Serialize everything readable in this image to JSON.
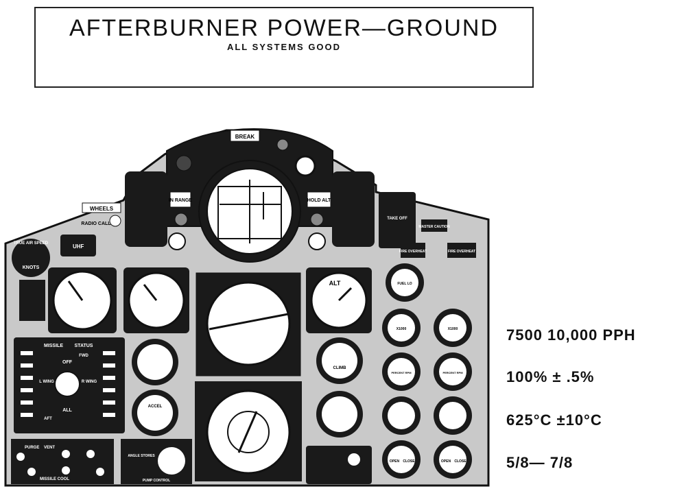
{
  "header": {
    "title": "AFTERBURNER POWER—GROUND",
    "subtitle": "ALL SYSTEMS   GOOD"
  },
  "panel": {
    "labels": {
      "break": "BREAK",
      "in_range": "IN RANGE",
      "hold_alt": "HOLD ALT",
      "wheels": "WHEELS",
      "radio_call": "RADIO CALL",
      "uhf": "UHF",
      "true_airspeed": "TRUE AIR SPEED",
      "knots": "KNOTS",
      "take_off": "TAKE OFF",
      "master_caution": "MASTER CAUTION",
      "fire_overheat": "FIRE OVERHEAT",
      "fire_overheat_2": "FIRE OVERHEAT",
      "alt": "ALT",
      "climb": "CLIMB",
      "accel": "ACCEL",
      "missile": "MISSILE",
      "status": "STATUS",
      "off": "OFF",
      "all": "ALL",
      "l_wing": "L WING",
      "r_wing": "R WING",
      "aft": "AFT",
      "fwd": "FWD",
      "fuel_lo": "FUEL LO",
      "x1000_a": "X1000",
      "x1000_b": "X1000",
      "percent_rpm_a": "PERCENT RPM",
      "percent_rpm_b": "PERCENT RPM",
      "open_a": "OPEN",
      "close_a": "CLOSE",
      "open_b": "OPEN",
      "close_b": "CLOSE",
      "purge": "PURGE",
      "vent": "VENT",
      "missile_cool": "MISSILE COOL",
      "angle_stores": "ANGLE STORES",
      "pump_control": "PUMP CONTROL"
    }
  },
  "readouts": {
    "fuel_flow": "7500   10,000 PPH",
    "rpm": "100% ± .5%",
    "egt": "625°C ±10°C",
    "nozzle": "5/8— 7/8"
  },
  "colors": {
    "ink": "#111111",
    "panel_gray": "#c9c9c9",
    "face_white": "#ffffff"
  }
}
